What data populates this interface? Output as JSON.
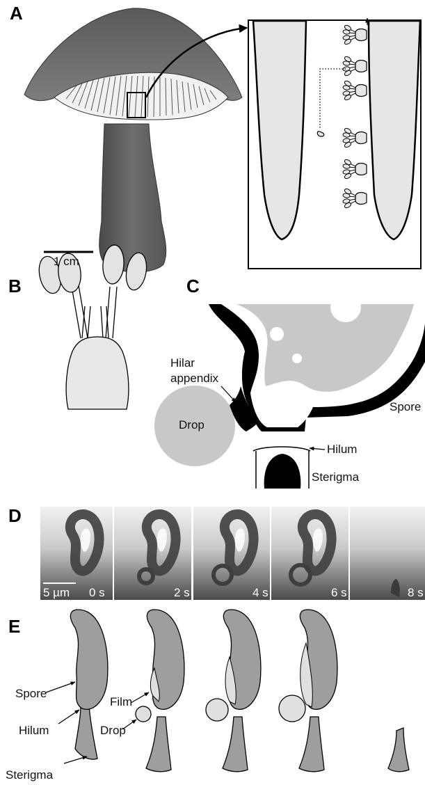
{
  "panels": {
    "a": "A",
    "b": "B",
    "c": "C",
    "d": "D",
    "e": "E"
  },
  "panel_a": {
    "scale_bar": "1 cm"
  },
  "panel_c": {
    "hilar_appendix_line1": "Hilar",
    "hilar_appendix_line2": "appendix",
    "drop": "Drop",
    "spore": "Spore",
    "hilum": "Hilum",
    "sterigma": "Sterigma"
  },
  "panel_d": {
    "scale_bar": "5 µm",
    "frames": [
      "0 s",
      "2 s",
      "4 s",
      "6 s",
      "8 s"
    ]
  },
  "panel_e": {
    "spore": "Spore",
    "hilum": "Hilum",
    "sterigma": "Sterigma",
    "film": "Film",
    "drop": "Drop"
  }
}
